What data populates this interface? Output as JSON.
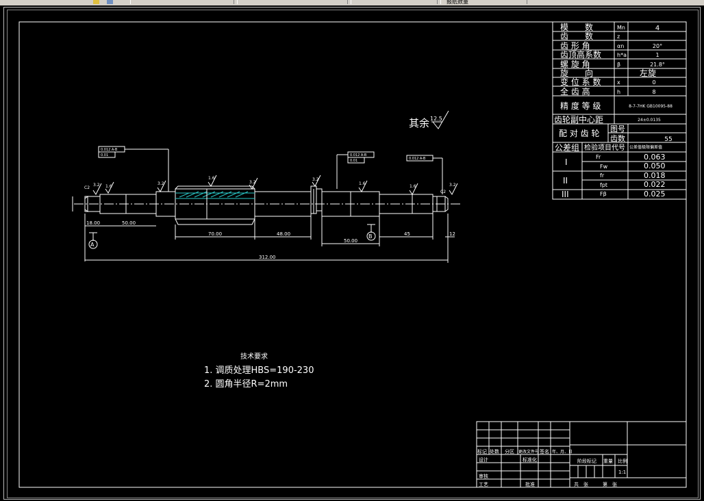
{
  "toolbar": {
    "tab_label": "报纸数量"
  },
  "gear_table": {
    "rows": [
      {
        "name": "模　　数",
        "sym": "Mn",
        "val": "4"
      },
      {
        "name": "齿　　数",
        "sym": "z",
        "val": ""
      },
      {
        "name": "齿 形 角",
        "sym": "αn",
        "val": "20°"
      },
      {
        "name": "齿顶高系数",
        "sym": "h*a",
        "val": "1"
      },
      {
        "name": "螺 旋 角",
        "sym": "β",
        "val": "21.8°"
      },
      {
        "name": "旋　　向",
        "sym": "",
        "val": "左旋"
      },
      {
        "name": "变 位 系 数",
        "sym": "x",
        "val": "0"
      },
      {
        "name": "全 齿 高",
        "sym": "h",
        "val": "8"
      }
    ],
    "precision_label": "精 度 等 级",
    "precision_value": "8-7-7HK GB10095-88",
    "center_label": "齿轮副中心距",
    "center_value": "24±0.0135",
    "mating_label": "配 对 齿 轮",
    "mating_sub1": "图号",
    "mating_sub2": "齿数",
    "mating_val2": "55",
    "tol_group": "公差组",
    "tol_item": "检验项目代号",
    "tol_head3": "公差值极限偏差值",
    "tol_rows": [
      {
        "group": "I",
        "code": "Fr",
        "val": "0.063"
      },
      {
        "group": "",
        "code": "Fw",
        "val": "0.050"
      },
      {
        "group": "II",
        "code": "fr",
        "val": "0.018"
      },
      {
        "group": "",
        "code": "fpt",
        "val": "0.022"
      },
      {
        "group": "III",
        "code": "Fβ",
        "val": "0.025"
      }
    ]
  },
  "drawing": {
    "rest_roughness": "其余",
    "rest_value": "12.5",
    "roughness_marks": [
      "3.2",
      "1.6",
      "3.2",
      "1.6",
      "3.2",
      "3.2",
      "1.6",
      "1.6",
      "3.2"
    ],
    "dims": {
      "d1": "18.00",
      "d2": "50.00",
      "d3": "70.00",
      "d4": "48.00",
      "d5": "50.00",
      "d6": "45",
      "d7": "12",
      "total": "312.00"
    },
    "chamfer_left": "C2",
    "chamfer_right": "C2",
    "datum_a": "A",
    "datum_b": "B",
    "tol_box1a": "0.012 A-B",
    "tol_box1b": "0.01",
    "tol_box2a": "0.012 A-B",
    "tol_box2b": "0.01",
    "tol_box3": "0.012 A-B"
  },
  "tech_req": {
    "title": "技术要求",
    "item1": "1. 调质处理HBS=190-230",
    "item2": "2. 圆角半径R=2mm"
  },
  "title_block": {
    "c1": "标记",
    "c2": "处数",
    "c3": "分区",
    "c4": "更改文件号",
    "c5": "签名",
    "c6": "年、月、日",
    "design": "设计",
    "standard": "标准化",
    "review": "审核",
    "process": "工艺",
    "approve": "批准",
    "stage": "阶段标记",
    "weight": "重量",
    "scale": "比例",
    "scale_val": "1:1",
    "sheet_total": "共　张",
    "sheet_num": "第　张"
  }
}
